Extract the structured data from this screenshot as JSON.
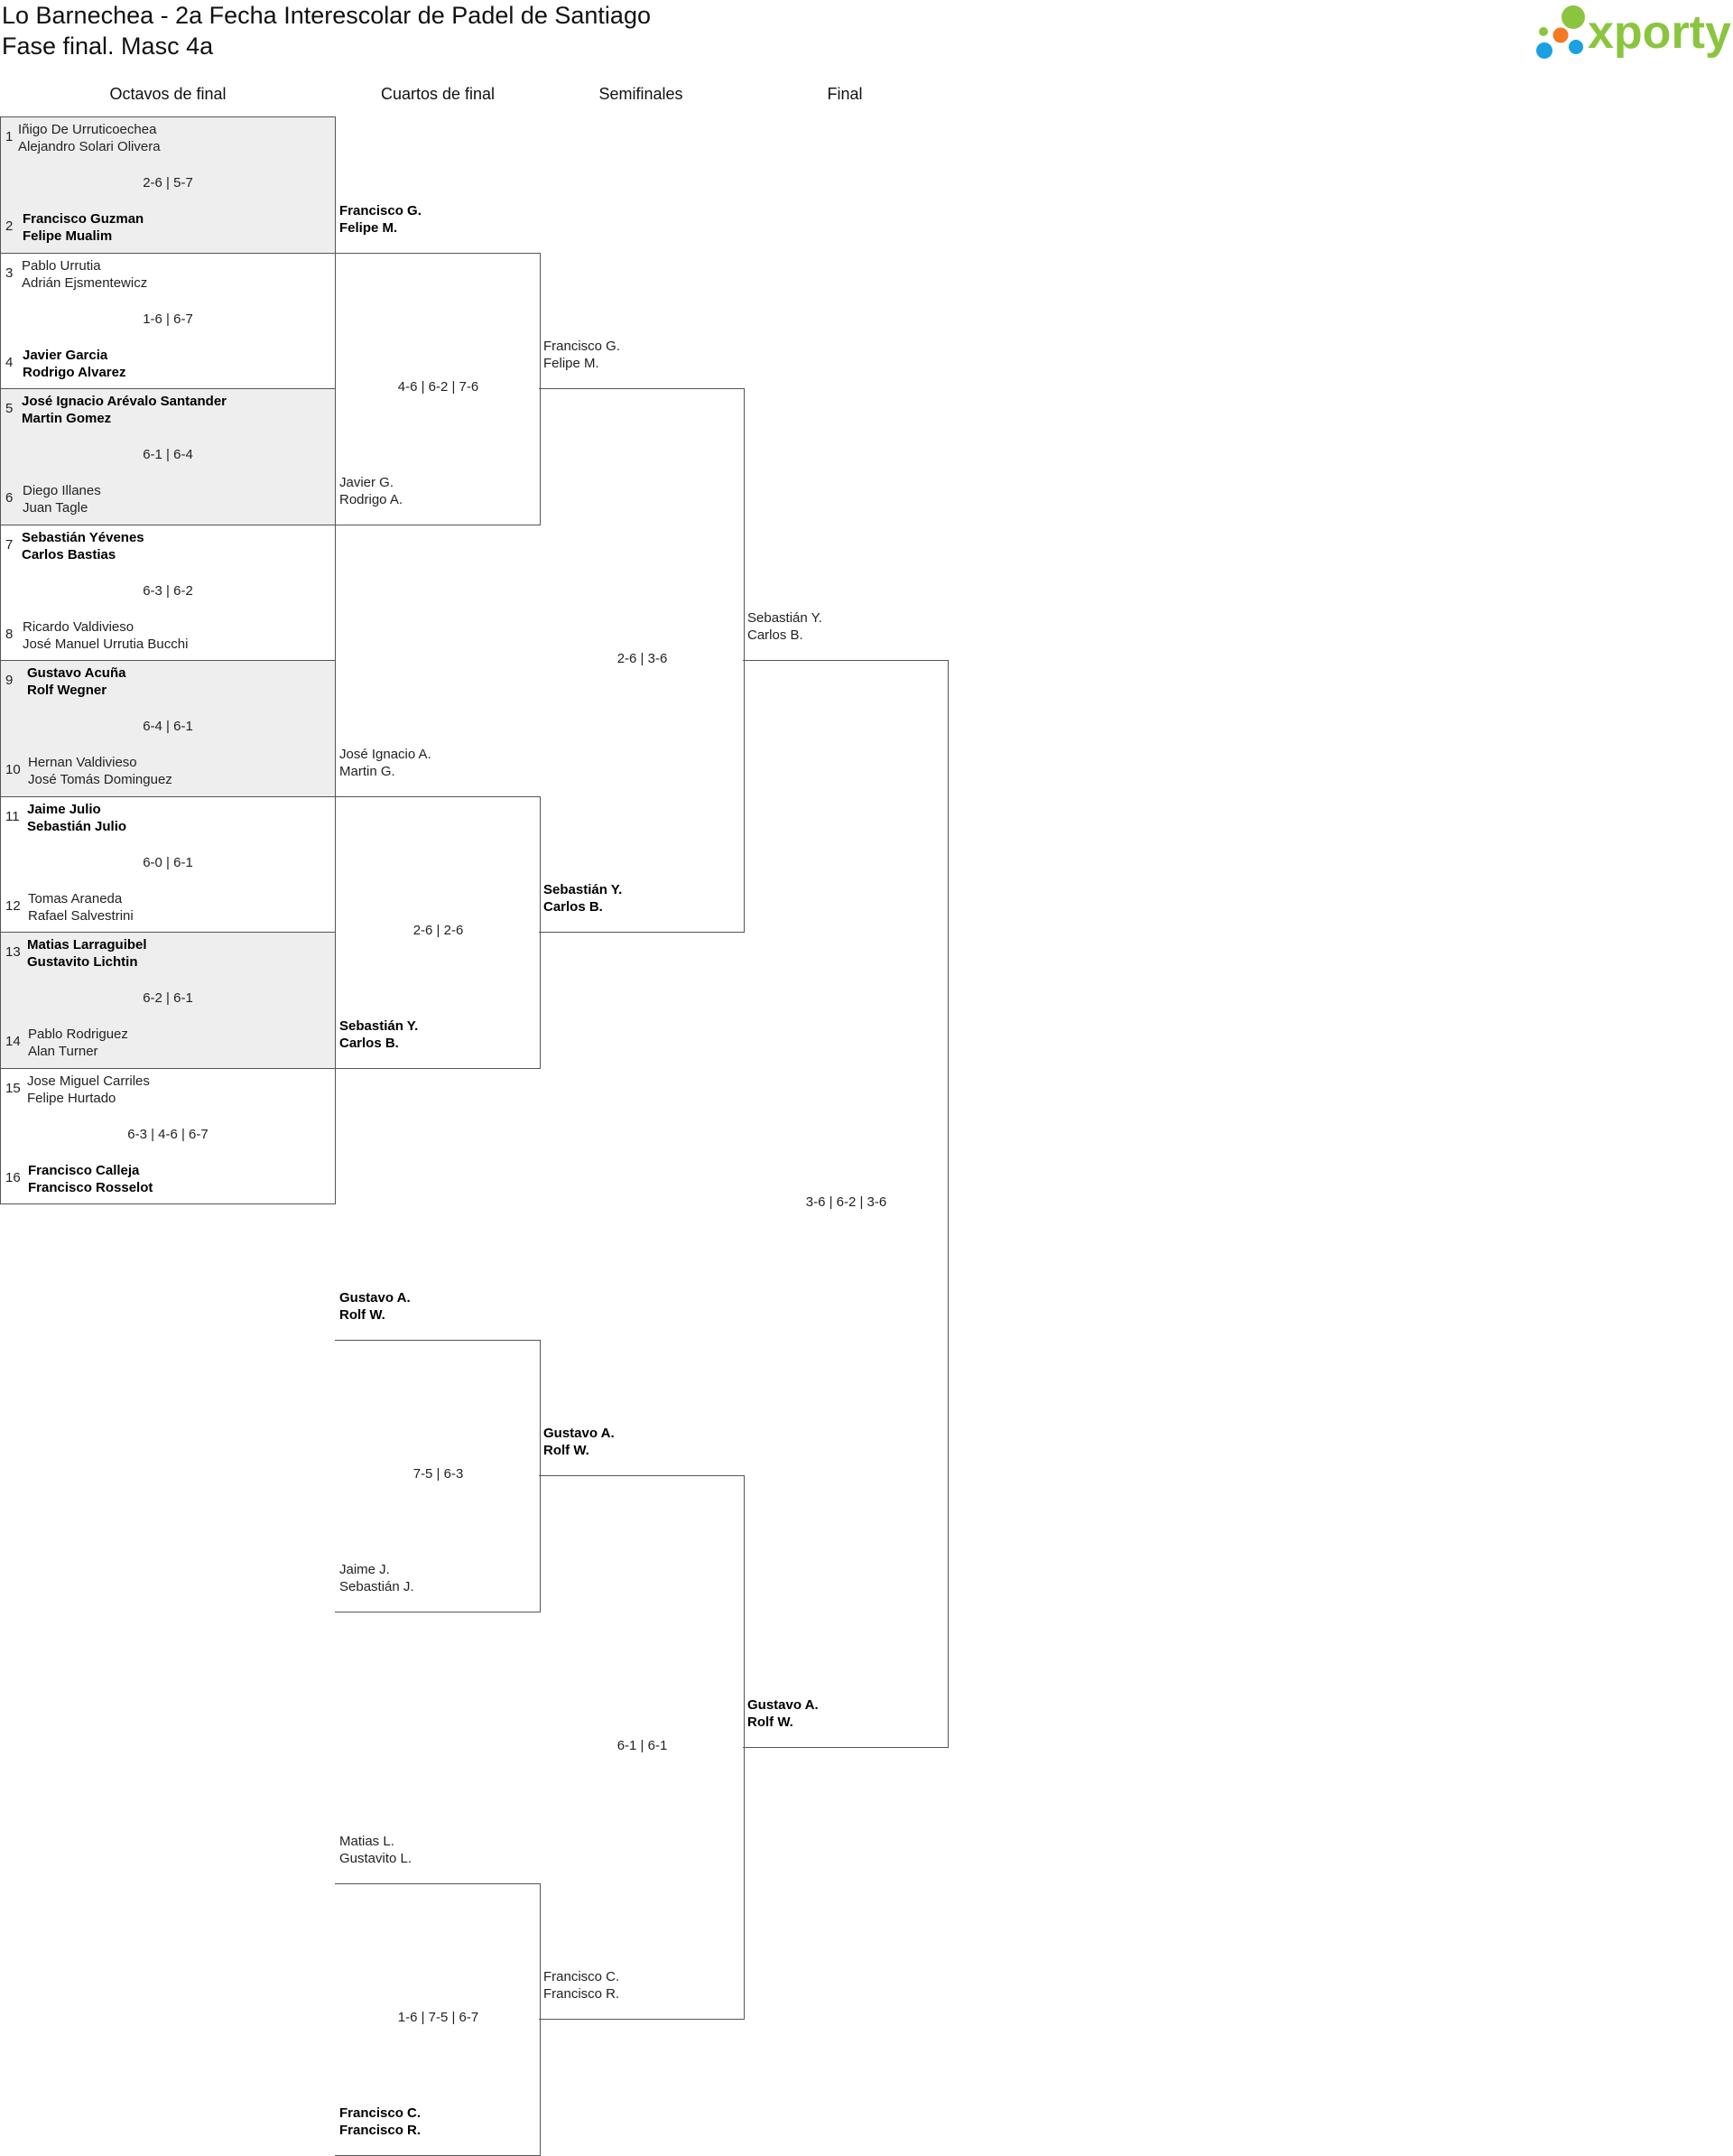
{
  "header": {
    "title_line1": "Lo Barnechea - 2a Fecha Interescolar de Padel de Santiago",
    "title_line2": "Fase final. Masc 4a",
    "logo_text": "xporty",
    "logo_colors": [
      "#8bc53f",
      "#f47920",
      "#1ba1e2"
    ]
  },
  "rounds": {
    "r16": "Octavos de final",
    "qf": "Cuartos de final",
    "sf": "Semifinales",
    "f": "Final"
  },
  "r16": [
    {
      "s1": "1",
      "t1": [
        "Iñigo De Urruticoechea",
        "Alejandro Solari Olivera"
      ],
      "s2": "2",
      "t2": [
        "Francisco Guzman",
        "Felipe Mualim"
      ],
      "score": "2-6 | 5-7",
      "winner": 2
    },
    {
      "s1": "3",
      "t1": [
        "Pablo Urrutia",
        "Adrián Ejsmentewicz"
      ],
      "s2": "4",
      "t2": [
        "Javier Garcia",
        "Rodrigo Alvarez"
      ],
      "score": "1-6 | 6-7",
      "winner": 2
    },
    {
      "s1": "5",
      "t1": [
        "José Ignacio Arévalo Santander",
        "Martin Gomez"
      ],
      "s2": "6",
      "t2": [
        "Diego Illanes",
        "Juan Tagle"
      ],
      "score": "6-1 | 6-4",
      "winner": 1
    },
    {
      "s1": "7",
      "t1": [
        "Sebastián Yévenes",
        "Carlos Bastias"
      ],
      "s2": "8",
      "t2": [
        "Ricardo Valdivieso",
        "José Manuel Urrutia Bucchi"
      ],
      "score": "6-3 | 6-2",
      "winner": 1
    },
    {
      "s1": "9",
      "t1": [
        "Gustavo Acuña",
        "Rolf Wegner"
      ],
      "s2": "10",
      "t2": [
        "Hernan Valdivieso",
        "José Tomás Dominguez"
      ],
      "score": "6-4 | 6-1",
      "winner": 1
    },
    {
      "s1": "11",
      "t1": [
        "Jaime Julio",
        "Sebastián Julio"
      ],
      "s2": "12",
      "t2": [
        "Tomas Araneda",
        "Rafael Salvestrini"
      ],
      "score": "6-0 | 6-1",
      "winner": 1
    },
    {
      "s1": "13",
      "t1": [
        "Matias Larraguibel",
        "Gustavito Lichtin"
      ],
      "s2": "14",
      "t2": [
        "Pablo Rodriguez",
        "Alan Turner"
      ],
      "score": "6-2 | 6-1",
      "winner": 1
    },
    {
      "s1": "15",
      "t1": [
        "Jose Miguel Carriles",
        "Felipe Hurtado"
      ],
      "s2": "16",
      "t2": [
        "Francisco Calleja",
        "Francisco Rosselot"
      ],
      "score": "6-3 | 4-6 | 6-7",
      "winner": 2
    }
  ],
  "qf": [
    {
      "t1": [
        "Francisco G.",
        "Felipe M."
      ],
      "t2": [
        "Javier G.",
        "Rodrigo A."
      ],
      "score": "4-6 | 6-2 | 7-6",
      "winner": 1
    },
    {
      "t1": [
        "José Ignacio A.",
        "Martin G."
      ],
      "t2": [
        "Sebastián Y.",
        "Carlos B."
      ],
      "score": "2-6 | 2-6",
      "winner": 2
    },
    {
      "t1": [
        "Gustavo A.",
        "Rolf W."
      ],
      "t2": [
        "Jaime J.",
        "Sebastián J."
      ],
      "score": "7-5 | 6-3",
      "winner": 1
    },
    {
      "t1": [
        "Matias L.",
        "Gustavito L."
      ],
      "t2": [
        "Francisco C.",
        "Francisco R."
      ],
      "score": "1-6 | 7-5 | 6-7",
      "winner": 2
    }
  ],
  "sf": [
    {
      "t1": [
        "Francisco G.",
        "Felipe M."
      ],
      "t2": [
        "Sebastián Y.",
        "Carlos B."
      ],
      "score": "2-6 | 3-6",
      "winner": 2
    },
    {
      "t1": [
        "Gustavo A.",
        "Rolf W."
      ],
      "t2": [
        "Francisco C.",
        "Francisco R."
      ],
      "score": "6-1 | 6-1",
      "winner": 1
    }
  ],
  "final": [
    {
      "t1": [
        "Sebastián Y.",
        "Carlos B."
      ],
      "t2": [
        "Gustavo A.",
        "Rolf W."
      ],
      "score": "3-6 | 6-2 | 3-6",
      "winner": 2
    }
  ]
}
